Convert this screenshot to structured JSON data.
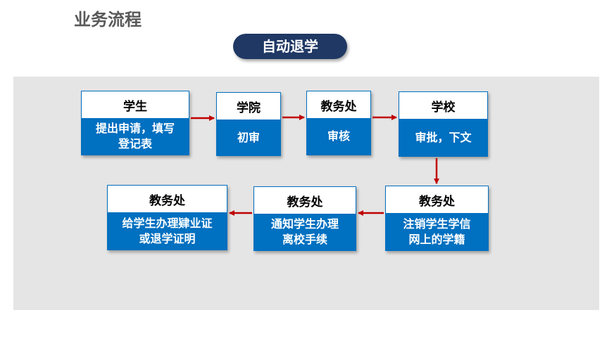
{
  "header": {
    "title": "业务流程"
  },
  "process": {
    "name": "自动退学"
  },
  "steps": [
    {
      "actor": "学生",
      "action": "提出申请，填写\n登记表"
    },
    {
      "actor": "学院",
      "action": "初审"
    },
    {
      "actor": "教务处",
      "action": "审核"
    },
    {
      "actor": "学校",
      "action": "审批，下文"
    },
    {
      "actor": "教务处",
      "action": "注销学生学信\n网上的学籍"
    },
    {
      "actor": "教务处",
      "action": "通知学生办理\n离校手续"
    },
    {
      "actor": "教务处",
      "action": "给学生办理肄业证\n或退学证明"
    }
  ],
  "colors": {
    "arrow": "#c00000",
    "node_fill": "#0070c0",
    "pill": "#1f3864",
    "panel": "#e5e5e5"
  }
}
